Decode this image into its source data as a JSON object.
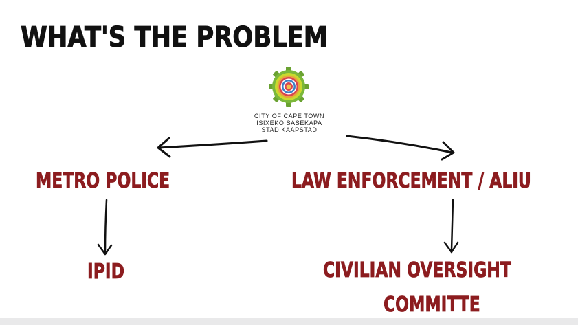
{
  "slide": {
    "title": "WHAT'S THE PROBLEM",
    "logo": {
      "icon": "city-of-cape-town-emblem",
      "lines": [
        "CITY OF CAPE TOWN",
        "ISIXEKO SASEKAPA",
        "STAD KAAPSTAD"
      ]
    },
    "nodes": {
      "metro_police": "METRO POLICE",
      "law_enforcement": "LAW ENFORCEMENT / ALIU",
      "ipid": "IPID",
      "civilian_oversight_line1": "CIVILIAN OVERSIGHT",
      "civilian_oversight_line2": "COMMITTE"
    },
    "colors": {
      "title": "#111111",
      "node_text": "#8c1c1f",
      "arrow": "#111111",
      "background": "#ffffff"
    }
  }
}
